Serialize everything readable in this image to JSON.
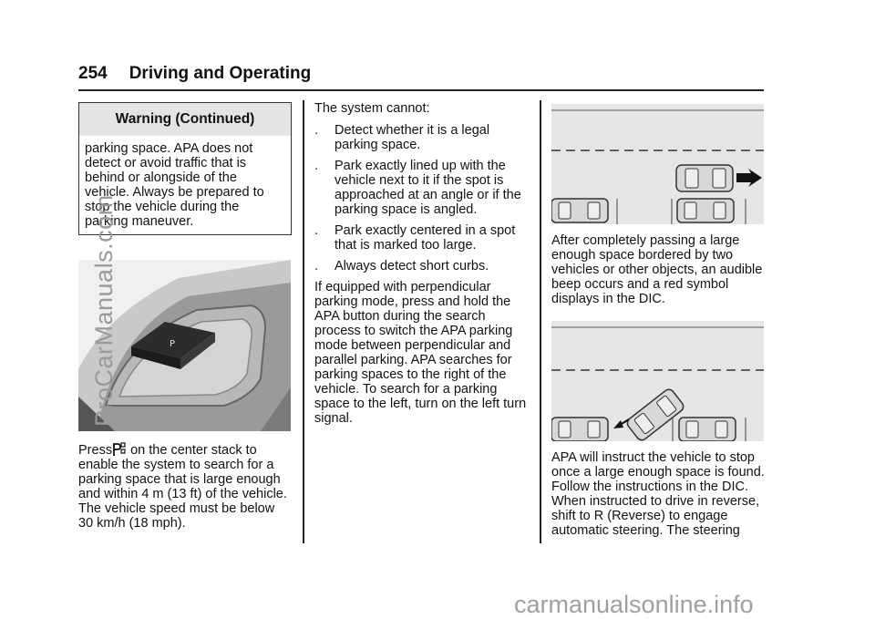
{
  "header": {
    "page_number": "254",
    "section": "Driving and Operating"
  },
  "warning": {
    "title": "Warning  (Continued)",
    "lines": [
      "parking space. APA does not",
      "detect or avoid traffic that is",
      "behind or alongside of the",
      "vehicle. Always be prepared to",
      "stop the vehicle during the",
      "parking maneuver."
    ]
  },
  "col1": {
    "press_prefix": "Press",
    "press_rest": " on the center stack to",
    "lines": [
      "enable the system to search for a",
      "parking space that is large enough",
      "and within 4 m (13 ft) of the vehicle.",
      "The vehicle speed must be below",
      "30 km/h (18 mph)."
    ]
  },
  "col2": {
    "intro": "The system cannot:",
    "bullet_marker": ".",
    "bullets": [
      [
        "Detect whether it is a legal",
        "parking space."
      ],
      [
        "Park exactly lined up with the",
        "vehicle next to it if the spot is",
        "approached at an angle or if the",
        "parking space is angled."
      ],
      [
        "Park exactly centered in a spot",
        "that is marked too large."
      ],
      [
        "Always detect short curbs."
      ]
    ],
    "para": [
      "If equipped with perpendicular",
      "parking mode, press and hold the",
      "APA button during the search",
      "process to switch the APA parking",
      "mode between perpendicular and",
      "parallel parking. APA searches for",
      "parking spaces to the right of the",
      "vehicle. To search for a parking",
      "space to the left, turn on the left turn",
      "signal."
    ]
  },
  "col3": {
    "para1": [
      "After completely passing a large",
      "enough space bordered by two",
      "vehicles or other objects, an audible",
      "beep occurs and a red symbol",
      "displays in the DIC."
    ],
    "para2": [
      "APA will instruct the vehicle to stop",
      "once a large enough space is found.",
      "Follow the instructions in the DIC.",
      "When instructed to drive in reverse,",
      "shift to R (Reverse) to engage",
      "automatic steering. The steering"
    ]
  },
  "watermark": "ProCarManuals.com",
  "footer": "carmanualsonline.info",
  "colors": {
    "diagram_bg": "#e6e6e6",
    "car_fill": "#d8d8d8",
    "photo_dark": "#2c2c2c"
  },
  "icons": {
    "apa_button": "park-assist-icon"
  }
}
